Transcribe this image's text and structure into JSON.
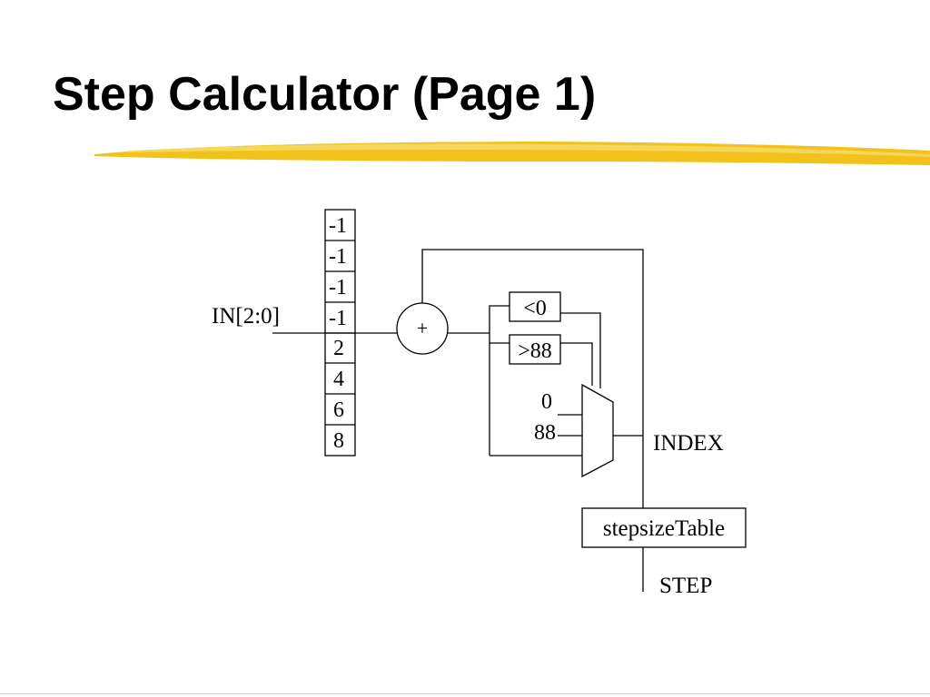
{
  "slide": {
    "title": "Step Calculator (Page 1)",
    "accent_color": "#f2c21c"
  },
  "diagram": {
    "input_label": "IN[2:0]",
    "lookup_values": [
      "-1",
      "-1",
      "-1",
      "-1",
      "2",
      "4",
      "6",
      "8"
    ],
    "adder_symbol": "+",
    "compare_less": "<0",
    "compare_greater": ">88",
    "mux_input_low": "0",
    "mux_input_high": "88",
    "index_label": "INDEX",
    "table_label": "stepsizeTable",
    "output_label": "STEP"
  }
}
